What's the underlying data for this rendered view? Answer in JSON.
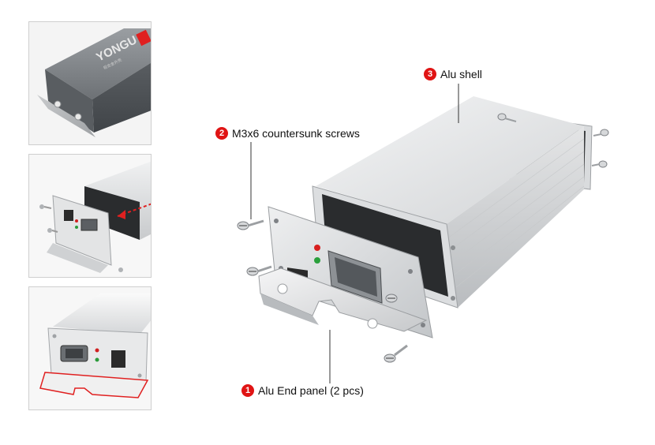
{
  "thumbnails": {
    "top_brand": "YONGU",
    "top_brand_subtext": "铝合金外壳"
  },
  "callouts": [
    {
      "number": "3",
      "label": "Alu shell"
    },
    {
      "number": "2",
      "label": "M3x6 countersunk screws"
    },
    {
      "number": "1",
      "label": "Alu End panel (2 pcs)"
    }
  ],
  "colors": {
    "badge": "#e01414",
    "highlight": "#e02020",
    "aluminium": "#d8dadc",
    "dark_shell": "#707478"
  }
}
